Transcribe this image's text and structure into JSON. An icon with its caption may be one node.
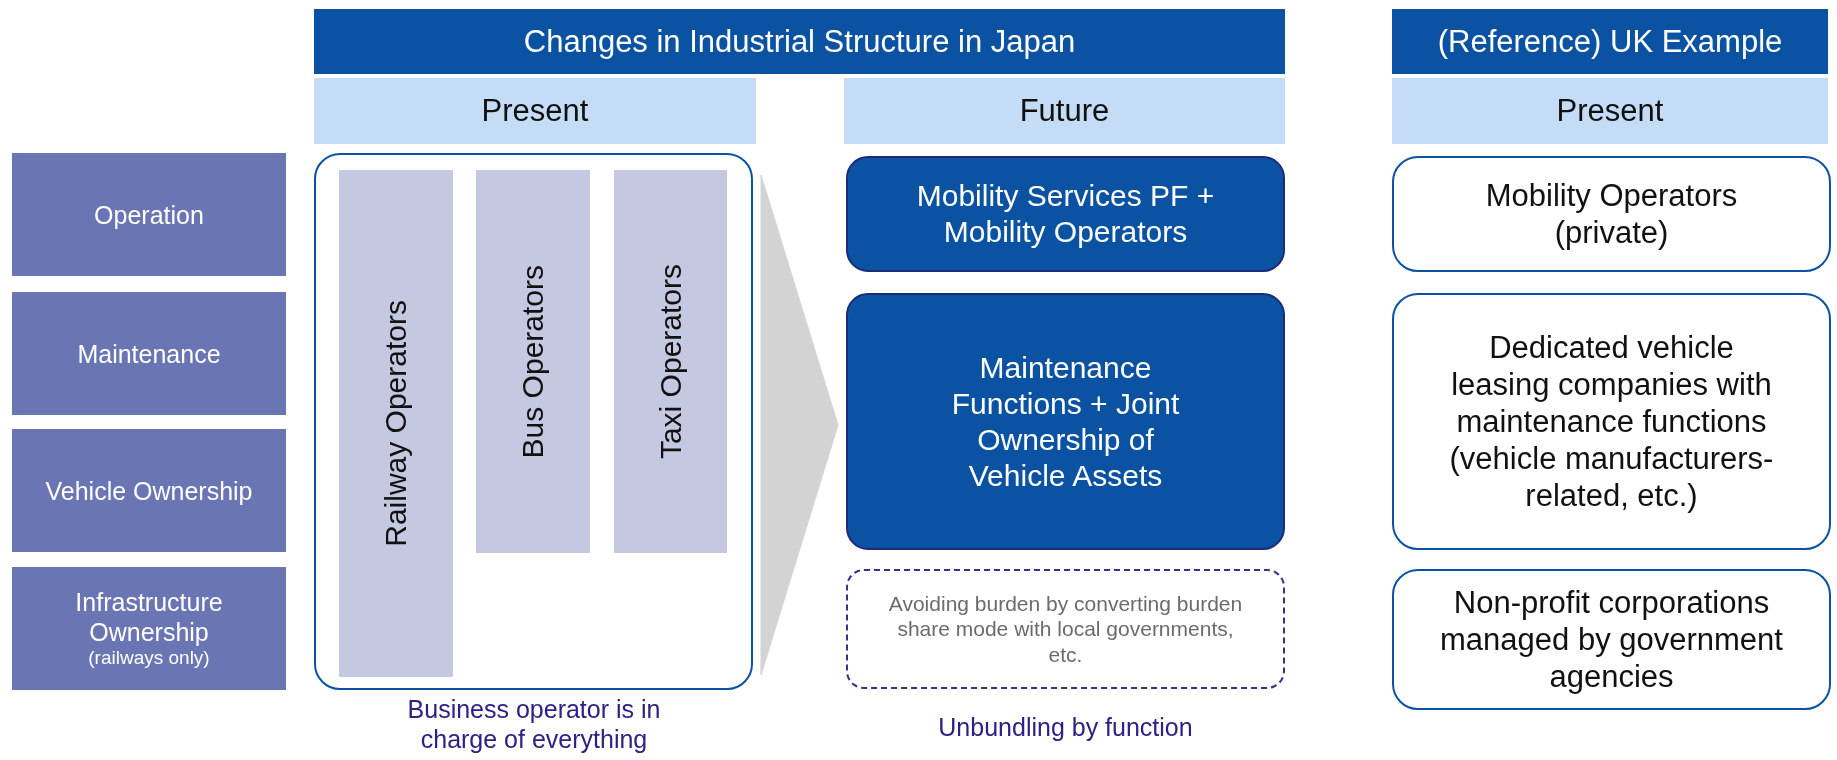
{
  "diagram": {
    "nodes": [
      {
        "text": [
          "Changes in Industrial Structure in Japan"
        ]
      },
      {
        "text": [
          "(Reference) UK Example"
        ]
      },
      {
        "text": [
          "Present"
        ]
      },
      {
        "text": [
          "Future"
        ]
      },
      {
        "text": [
          "Present"
        ]
      },
      {
        "text": [
          "Operation"
        ]
      },
      {
        "text": [
          "Maintenance"
        ]
      },
      {
        "text": [
          "Vehicle Ownership"
        ]
      },
      {
        "text": [
          "Infrastructure Ownership",
          "(railways only)"
        ]
      },
      {
        "text": [],
        "shape": "box",
        "beside": [
          "Business operator is in charge of everything"
        ]
      },
      {
        "text": [
          "Railway Operators"
        ],
        "in": 9
      },
      {
        "text": [
          "Bus Operators"
        ],
        "in": 9
      },
      {
        "text": [
          "Taxi Operators"
        ],
        "in": 9
      },
      {
        "text": [
          "Mobility Services PF + Mobility Operators"
        ]
      },
      {
        "text": [
          "Maintenance Functions + Joint Ownership of Vehicle Assets"
        ]
      },
      {
        "text": [
          "Avoiding burden by converting burden share mode with local governments, etc."
        ]
      },
      {
        "text": [
          "Mobility Operators (private)"
        ]
      },
      {
        "text": [
          "Dedicated vehicle leasing companies with maintenance functions (vehicle manufacturers-related, etc.)"
        ]
      },
      {
        "text": [
          "Non-profit corporations managed by government agencies"
        ]
      }
    ],
    "edges": [
      {
        "from": 9,
        "to": 14,
        "arrow": "to",
        "color": "#d3d3d3"
      }
    ],
    "labels": [
      "Unbundling by function"
    ]
  }
}
